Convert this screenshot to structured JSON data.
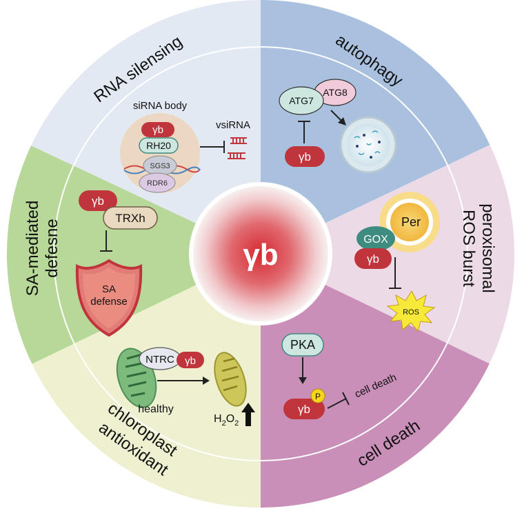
{
  "center": {
    "label": "γb"
  },
  "sectors": {
    "rna_silencing": {
      "title": "RNA silensing",
      "color": "#e3e9f3"
    },
    "autophagy": {
      "title": "autophagy",
      "color": "#a9c1df"
    },
    "peroxisomal": {
      "title_line1": "peroxisomal",
      "title_line2": "ROS burst",
      "color": "#ecdbe7"
    },
    "cell_death": {
      "title": "cell death",
      "color": "#c98fb8"
    },
    "chloroplast": {
      "title_line1": "chloroplast",
      "title_line2": "antioxidant",
      "color": "#eef0d0"
    },
    "sa_defense": {
      "title_line1": "SA-mediated",
      "title_line2": "defesne",
      "color": "#b7d898"
    }
  },
  "rna": {
    "body_label": "siRNA body",
    "yb": "γb",
    "rh20": "RH20",
    "sgs3": "SGS3",
    "rdr6": "RDR6",
    "vsirna": "vsiRNA"
  },
  "auto": {
    "atg7": "ATG7",
    "atg8": "ATG8",
    "yb": "γb"
  },
  "perox": {
    "per": "Per",
    "gox": "GOX",
    "yb": "γb",
    "ros": "ROS"
  },
  "death": {
    "pka": "PKA",
    "p": "P",
    "yb": "γb",
    "outcome": "cell death"
  },
  "chloro": {
    "ntrc": "NTRC",
    "yb": "γb",
    "healthy": "healthy",
    "h2o2_main": "H",
    "h2o2_sub": "2",
    "h2o2_o": "O",
    "h2o2_sub2": "2"
  },
  "sa": {
    "yb": "γb",
    "trxh": "TRXh",
    "shield_line1": "SA",
    "shield_line2": "defense"
  },
  "colors": {
    "yb_red": "#c0343b",
    "teal": "#3e8b80",
    "ring_line": "#ffffff"
  }
}
